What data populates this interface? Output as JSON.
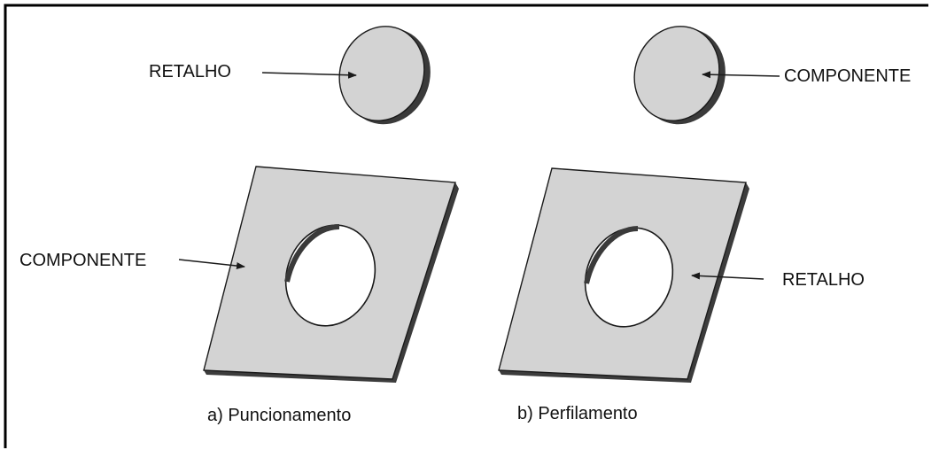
{
  "labels": {
    "left_disc": "RETALHO",
    "right_disc": "COMPONENTE",
    "left_plate": "COMPONENTE",
    "right_plate": "RETALHO"
  },
  "captions": {
    "left": "a) Puncionamento",
    "right": "b) Perfilamento"
  },
  "colors": {
    "plate_fill": "#d3d3d3",
    "edge": "#1a1a1a",
    "background": "#ffffff",
    "frame": "#000000"
  }
}
